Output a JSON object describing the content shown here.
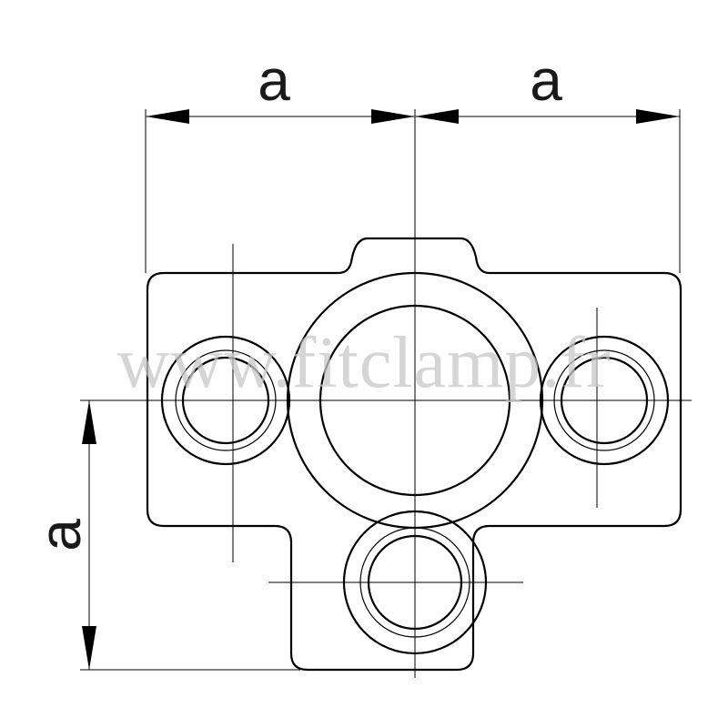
{
  "dimensions": {
    "top_left_label": "a",
    "top_right_label": "a",
    "left_label": "a"
  },
  "watermark": {
    "text": "www.fitclamp.fr"
  },
  "colors": {
    "line": "#000000",
    "watermark": "#c8c8c8",
    "background": "#ffffff"
  }
}
